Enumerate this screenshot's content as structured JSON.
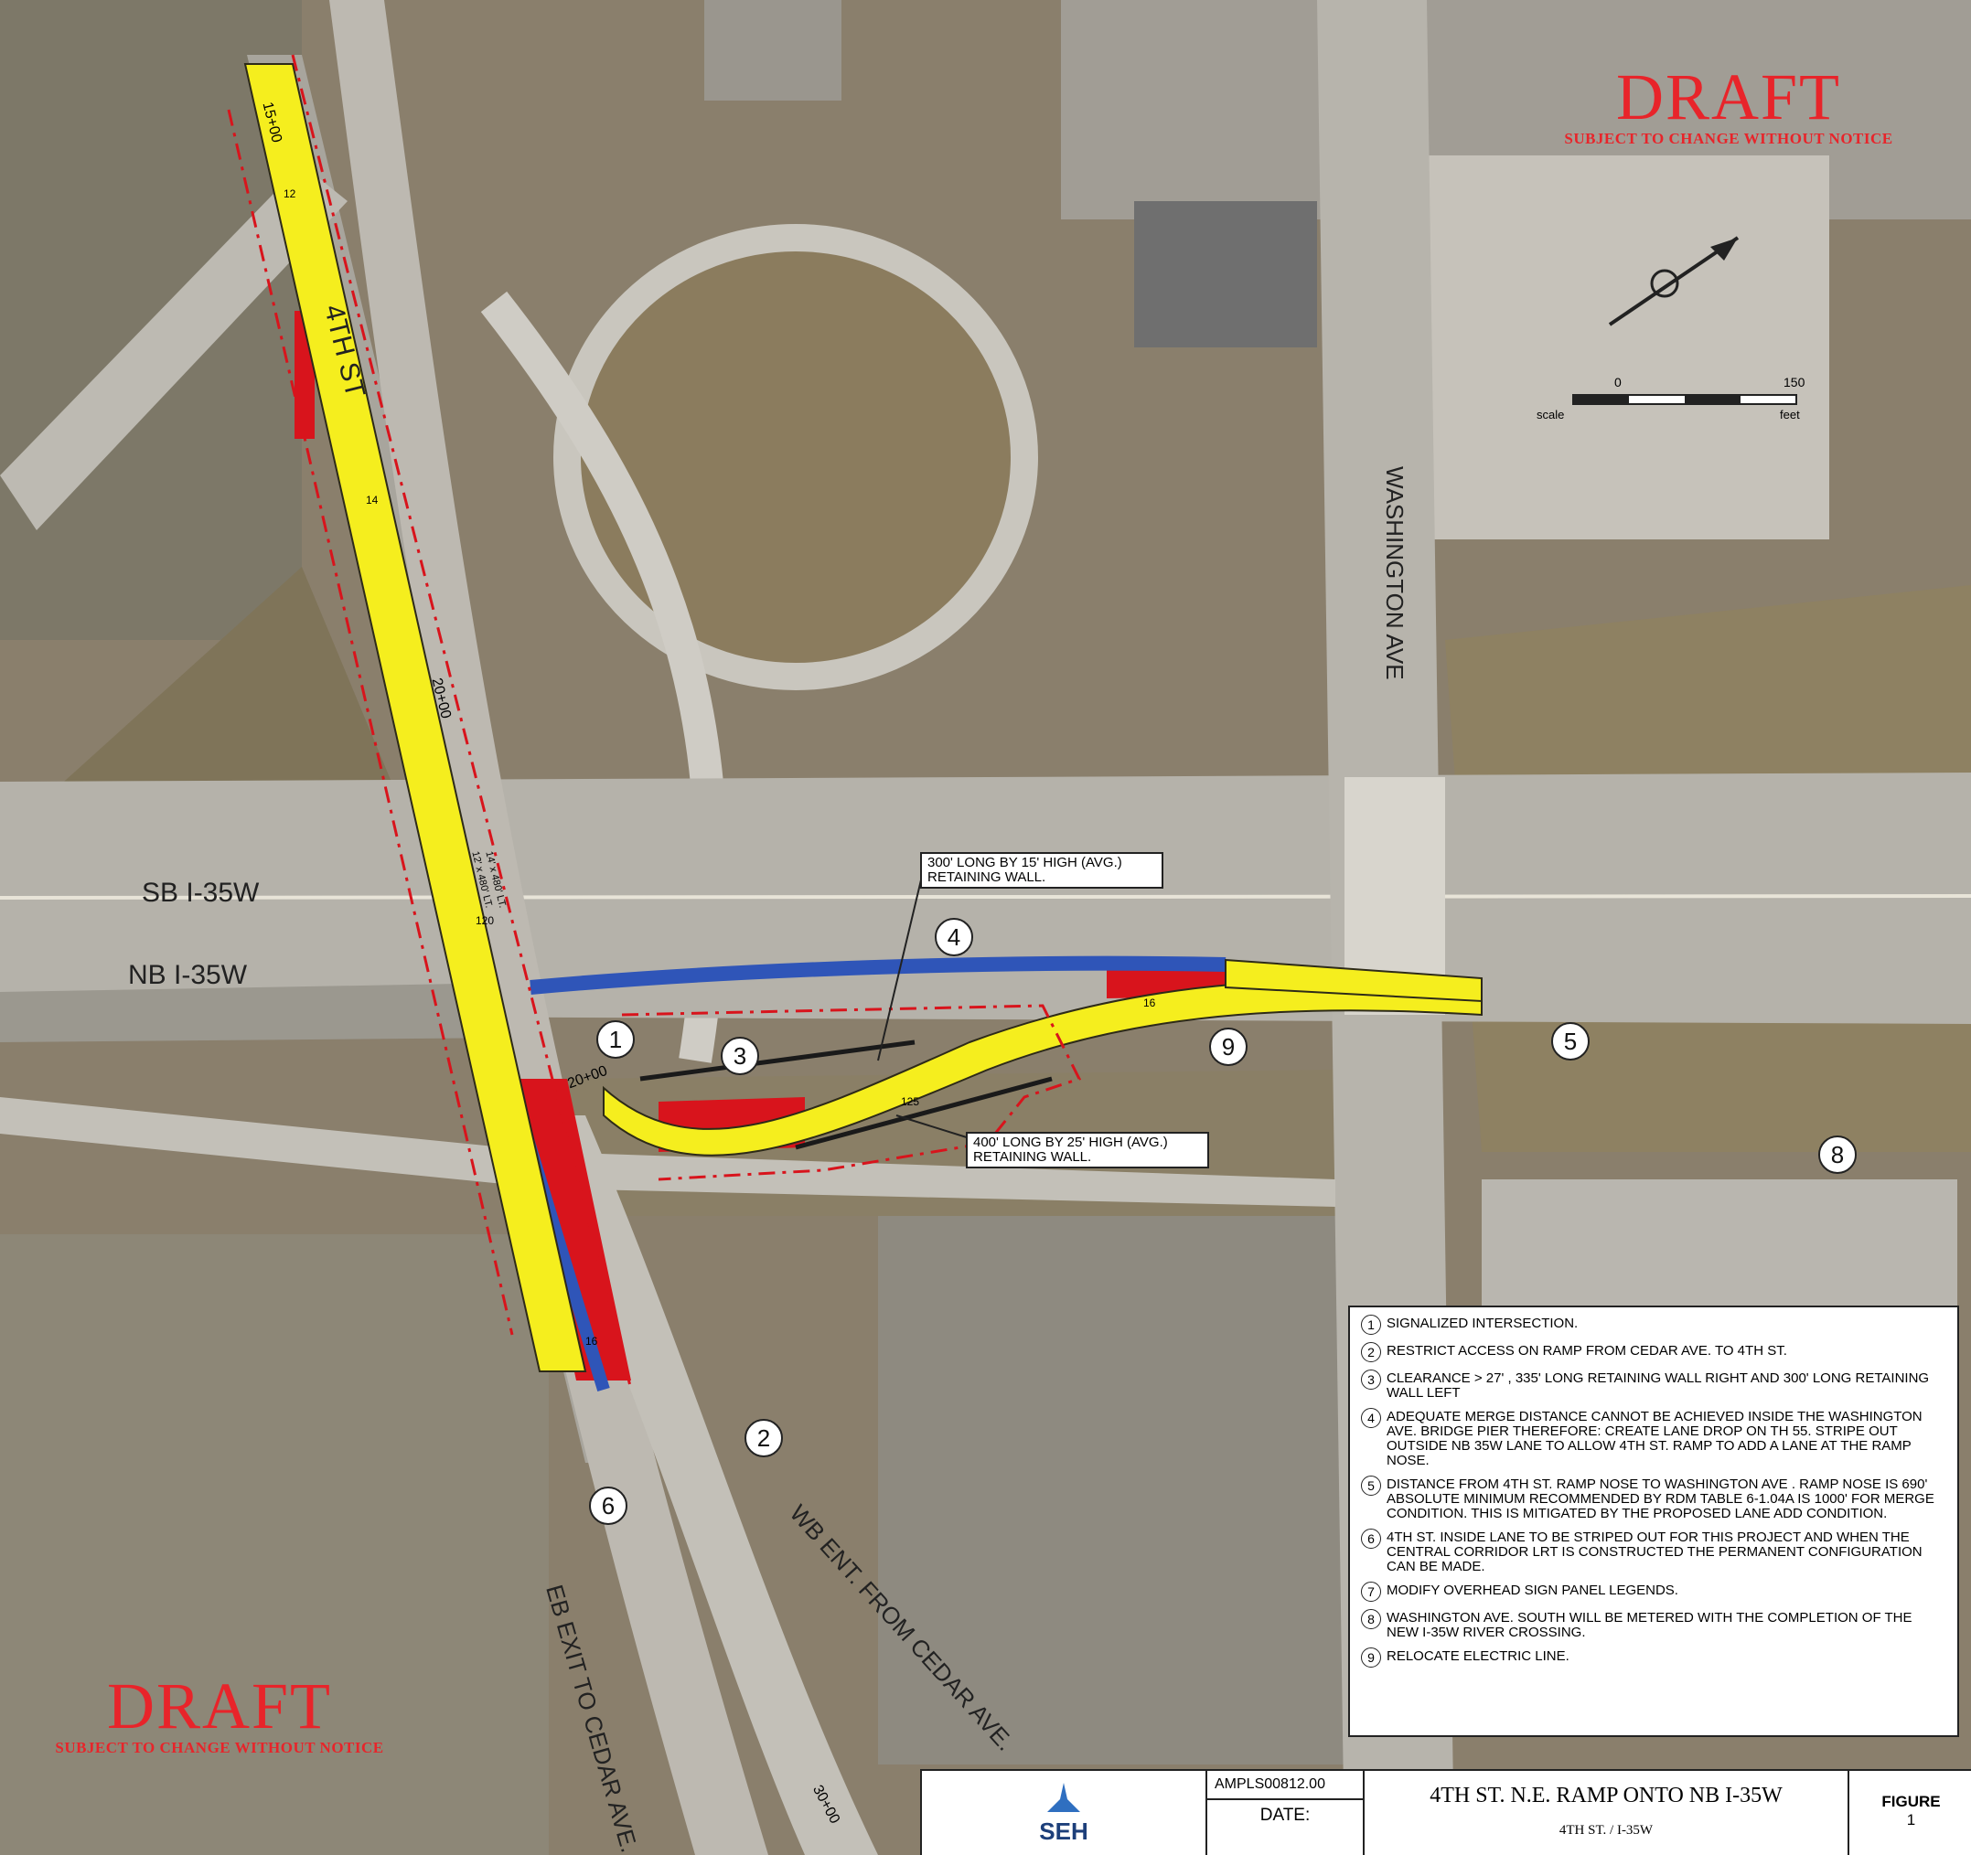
{
  "stamps": {
    "draft_text": "DRAFT",
    "draft_subtitle": "SUBJECT TO CHANGE WITHOUT NOTICE"
  },
  "roads": {
    "fourth_st": "4TH ST",
    "washington_ave": "WASHINGTON AVE",
    "sb_i35w": "SB I-35W",
    "nb_i35w": "NB I-35W",
    "wb_ent_cedar": "WB ENT. FROM CEDAR AVE.",
    "eb_exit_cedar": "EB EXIT TO CEDAR AVE."
  },
  "stations": {
    "s15": "15+00",
    "s20a": "20+00",
    "s20b": "20+00",
    "s30": "30+00",
    "w14": "14",
    "w12": "12",
    "w16a": "16",
    "w16b": "16",
    "w120": "120",
    "w125": "125"
  },
  "lanes": {
    "lt1": "14' x 480' LT.",
    "lt2": "12' x 480' LT."
  },
  "callouts": {
    "wall_300": "300' LONG BY 15' HIGH (AVG.) RETAINING WALL.",
    "wall_400": "400' LONG BY 25' HIGH (AVG.) RETAINING WALL."
  },
  "markers": [
    "1",
    "2",
    "3",
    "4",
    "5",
    "6",
    "8",
    "9"
  ],
  "north_arrow": {
    "scale_start": "0",
    "scale_end": "150",
    "scale_left_label": "scale",
    "scale_unit": "feet"
  },
  "notes": [
    {
      "num": "1",
      "text": "SIGNALIZED INTERSECTION."
    },
    {
      "num": "2",
      "text": "RESTRICT ACCESS ON RAMP FROM CEDAR AVE. TO 4TH ST."
    },
    {
      "num": "3",
      "text": "CLEARANCE > 27' ,  335' LONG RETAINING WALL RIGHT AND 300' LONG RETAINING WALL LEFT"
    },
    {
      "num": "4",
      "text": "ADEQUATE MERGE DISTANCE CANNOT BE ACHIEVED INSIDE THE WASHINGTON AVE. BRIDGE PIER THEREFORE:  CREATE LANE DROP ON TH 55.  STRIPE OUT OUTSIDE NB 35W LANE TO ALLOW 4TH ST. RAMP TO ADD A LANE AT THE RAMP NOSE."
    },
    {
      "num": "5",
      "text": "DISTANCE FROM 4TH ST. RAMP NOSE TO WASHINGTON AVE . RAMP NOSE IS 690' ABSOLUTE MINIMUM RECOMMENDED BY RDM TABLE 6-1.04A IS 1000' FOR MERGE CONDITION.  THIS IS MITIGATED BY THE PROPOSED LANE ADD CONDITION."
    },
    {
      "num": "6",
      "text": "4TH ST. INSIDE LANE TO BE STRIPED OUT FOR THIS PROJECT AND WHEN THE CENTRAL CORRIDOR LRT IS CONSTRUCTED THE PERMANENT CONFIGURATION CAN BE MADE."
    },
    {
      "num": "7",
      "text": "MODIFY OVERHEAD SIGN PANEL LEGENDS."
    },
    {
      "num": "8",
      "text": "WASHINGTON AVE. SOUTH WILL BE METERED WITH THE COMPLETION OF THE NEW I-35W RIVER CROSSING."
    },
    {
      "num": "9",
      "text": "RELOCATE ELECTRIC LINE."
    }
  ],
  "title_block": {
    "logo_text": "SEH",
    "project_no": "AMPLS00812.00",
    "date_label": "DATE:",
    "title": "4TH ST. N.E. RAMP ONTO NB I-35W",
    "subtitle": "4TH ST. / I-35W",
    "figure_label": "FIGURE",
    "figure_num": "1"
  },
  "colors": {
    "proposed_lane": "#f5ee1e",
    "restripe": "#2f55b8",
    "removal": "#d8141c",
    "draft_red": "#e8242a",
    "ground": "#8c8272",
    "pavement": "#b9b6af"
  }
}
